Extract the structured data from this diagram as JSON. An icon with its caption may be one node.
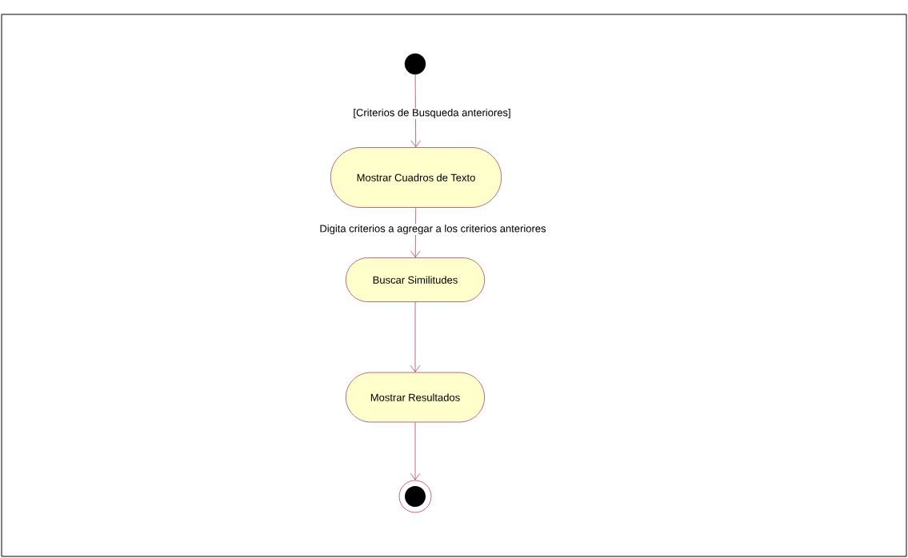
{
  "diagram": {
    "nodes": [
      {
        "text": [],
        "shape": "circle"
      },
      {
        "text": [
          "Mostrar Cuadros de Texto"
        ]
      },
      {
        "text": [
          "Buscar Similitudes"
        ]
      },
      {
        "text": [
          "Mostrar Resultados"
        ]
      },
      {
        "text": [],
        "shape": "circle"
      }
    ],
    "edges": [
      {
        "from": 0,
        "to": 1,
        "arrow": "to",
        "label": "[Criterios de Busqueda anteriores]"
      },
      {
        "from": 1,
        "to": 2,
        "arrow": "to",
        "label": "Digita criterios a agregar a los criterios anteriores"
      },
      {
        "from": 2,
        "to": 3,
        "arrow": "to"
      },
      {
        "from": 3,
        "to": 4,
        "arrow": "to"
      }
    ]
  }
}
